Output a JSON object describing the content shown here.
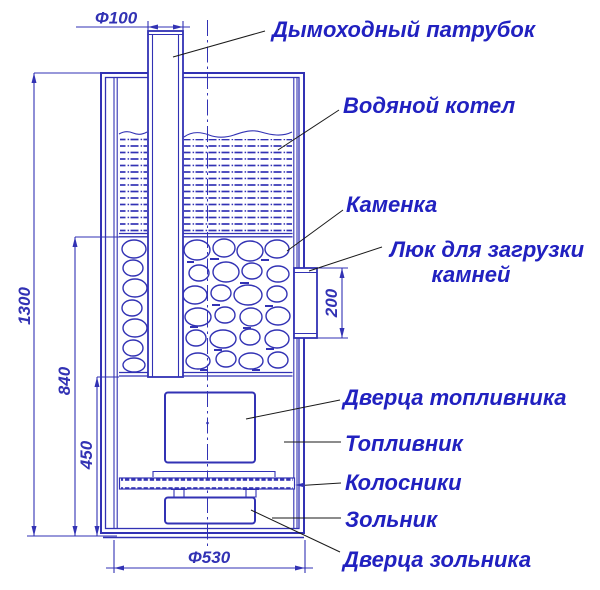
{
  "diagram_labels": {
    "chimney": "Дымоходный патрубок",
    "boiler": "Водяной котел",
    "heater": "Каменка",
    "hatch_line1": "Люк для загрузки",
    "hatch_line2": "камней",
    "firebox_door": "Дверца топливника",
    "firebox": "Топливник",
    "grate": "Колосники",
    "ashpan": "Зольник",
    "ashpan_door": "Дверца зольника"
  },
  "dimension_labels": {
    "chimney_diameter": "Φ100",
    "overall_height": "1300",
    "stones_level": "840",
    "firebox_level": "450",
    "hatch_opening": "200",
    "body_diameter": "Φ530"
  },
  "colors": {
    "line_blue": "#3232b4",
    "label_blue": "#2121c0",
    "leader_black": "#1a1a1a",
    "background": "#ffffff"
  }
}
